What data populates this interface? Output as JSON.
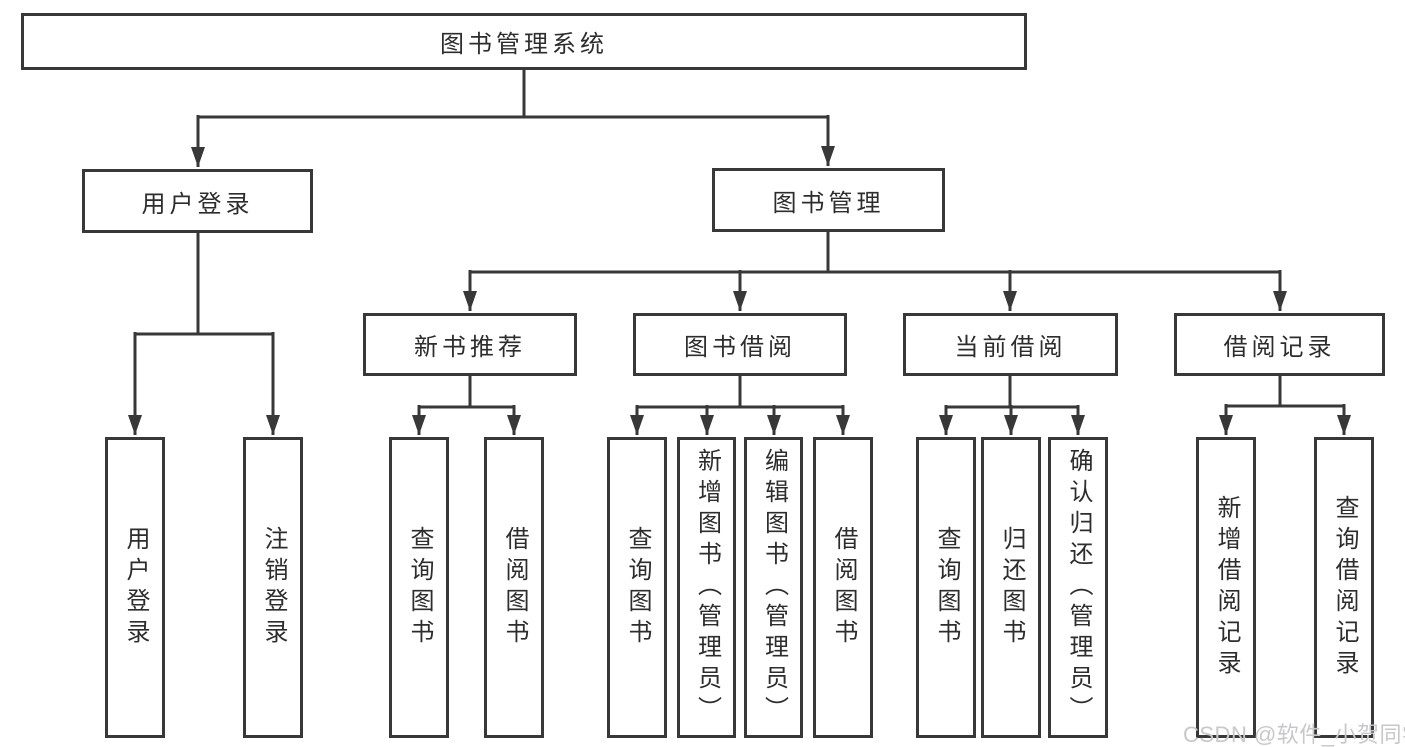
{
  "diagram_title": "图书管理系统",
  "nodes": {
    "root": "图书管理系统",
    "user_login": "用户登录",
    "book_management": "图书管理",
    "new_book_recommend": "新书推荐",
    "book_borrow": "图书借阅",
    "current_borrow": "当前借阅",
    "borrow_records": "借阅记录",
    "leaf_user_login": "用户登录",
    "leaf_logout": "注销登录",
    "leaf_nbr_query_books": "查询图书",
    "leaf_nbr_borrow_books": "借阅图书",
    "leaf_bb_query_books": "查询图书",
    "leaf_bb_add_books": "新增图书（管理员）",
    "leaf_bb_edit_books": "编辑图书（管理员）",
    "leaf_bb_borrow_books": "借阅图书",
    "leaf_cb_query_books": "查询图书",
    "leaf_cb_return_books": "归还图书",
    "leaf_cb_confirm_return": "确认归还（管理员）",
    "leaf_br_add_record": "新增借阅记录",
    "leaf_br_query_record": "查询借阅记录"
  },
  "watermark": "CSDN @软件_小贺同学",
  "colors": {
    "line": "#383838",
    "text": "#2d2d2d",
    "watermark": "#c8c8cc",
    "background": "#ffffff"
  }
}
